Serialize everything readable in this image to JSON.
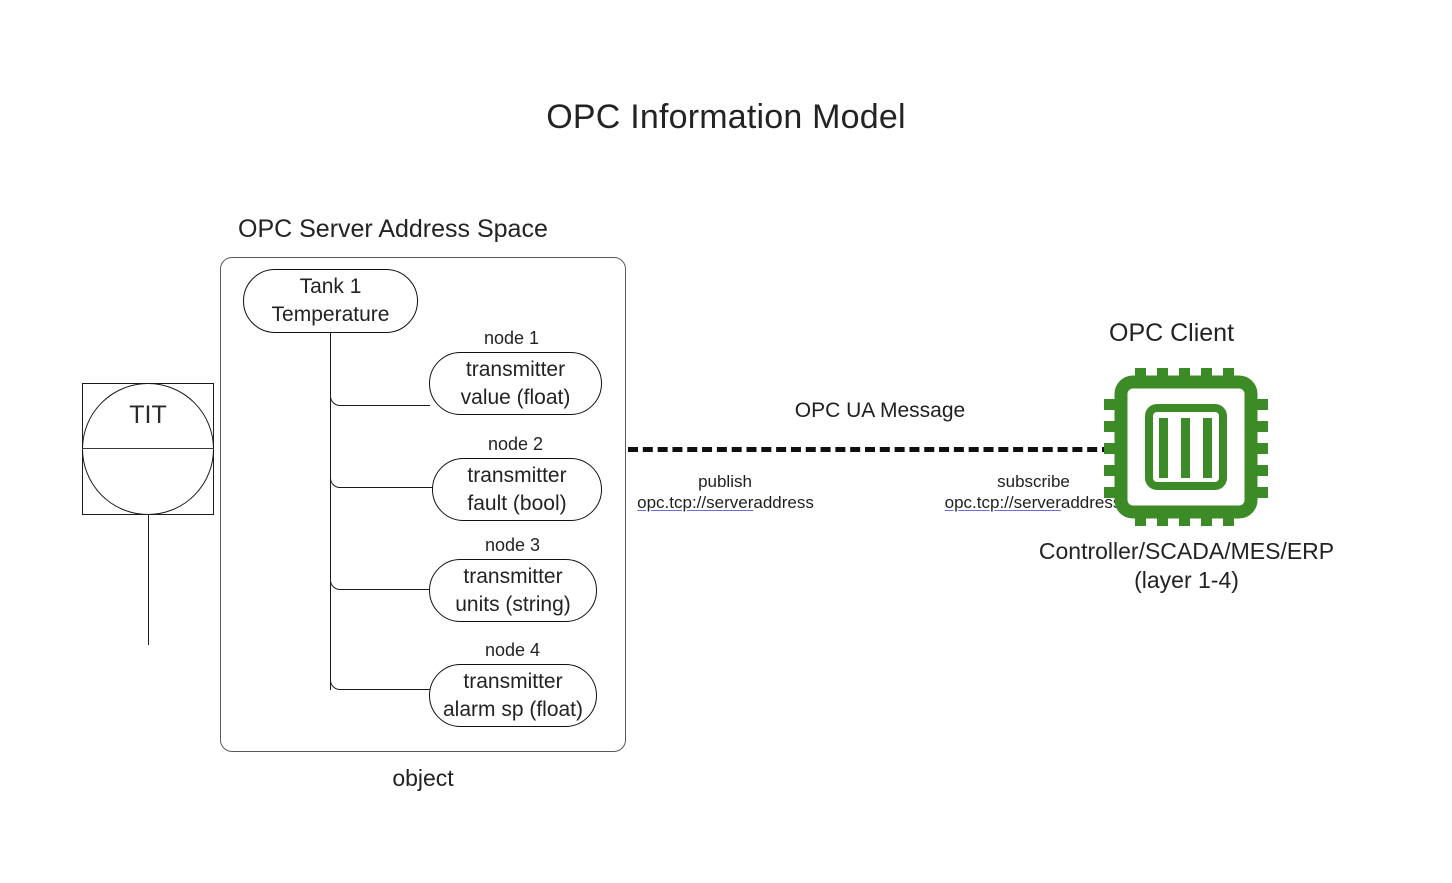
{
  "title": "OPC Information Model",
  "server": {
    "section_label": "OPC Server Address Space",
    "caption": "object",
    "root_node": {
      "line1": "Tank 1",
      "line2": "Temperature"
    },
    "nodes": [
      {
        "tag": "node 1",
        "line1": "transmitter",
        "line2": "value (float)"
      },
      {
        "tag": "node 2",
        "line1": "transmitter",
        "line2": "fault (bool)"
      },
      {
        "tag": "node 3",
        "line1": "transmitter",
        "line2": "units (string)"
      },
      {
        "tag": "node 4",
        "line1": "transmitter",
        "line2": "alarm sp (float)"
      }
    ]
  },
  "instrument": {
    "tag": "TIT"
  },
  "link": {
    "message_label": "OPC UA Message",
    "publish": {
      "action": "publish",
      "url_link": "opc.tcp://server",
      "url_plain": "address"
    },
    "subscribe": {
      "action": "subscribe",
      "url_link": "opc.tcp://server",
      "url_plain": "address"
    }
  },
  "client": {
    "section_label": "OPC Client",
    "icon": "cpu-chip-icon",
    "caption_line1": "Controller/SCADA/MES/ERP",
    "caption_line2": "(layer 1-4)"
  },
  "colors": {
    "chip_green": "#3d8b26",
    "stroke": "#1b1b1b",
    "box_stroke": "#555b5e",
    "link_underline": "#6b6bdd",
    "text": "#232323"
  }
}
